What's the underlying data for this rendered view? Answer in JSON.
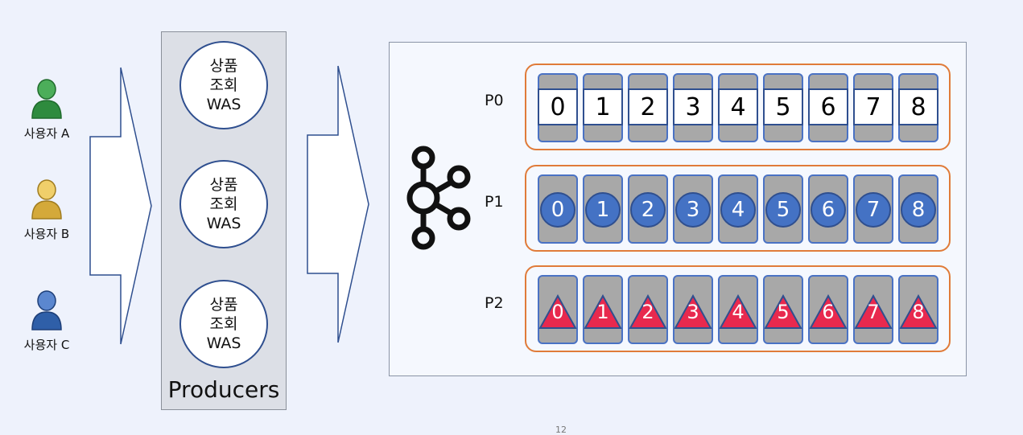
{
  "users": [
    {
      "label": "사용자 A",
      "color": "#2e8b3e",
      "head": "#4cae5a"
    },
    {
      "label": "사용자 B",
      "color": "#d4a93a",
      "head": "#f0cf6a"
    },
    {
      "label": "사용자 C",
      "color": "#2f5fa8",
      "head": "#5b87cf"
    }
  ],
  "producers": {
    "was_label": "상품\n조회\nWAS",
    "title": "Producers"
  },
  "topic": {
    "partitions": [
      {
        "label": "P0",
        "shape": "square",
        "offsets": [
          "0",
          "1",
          "2",
          "3",
          "4",
          "5",
          "6",
          "7",
          "8"
        ]
      },
      {
        "label": "P1",
        "shape": "circle",
        "offsets": [
          "0",
          "1",
          "2",
          "3",
          "4",
          "5",
          "6",
          "7",
          "8"
        ]
      },
      {
        "label": "P2",
        "shape": "triangle",
        "offsets": [
          "0",
          "1",
          "2",
          "3",
          "4",
          "5",
          "6",
          "7",
          "8"
        ]
      }
    ]
  },
  "colors": {
    "partition_border": "#e07b39",
    "slot_border": "#4a72c4",
    "circle_fill": "#4472c4",
    "triangle_fill": "#e8294e"
  },
  "page_number": "12"
}
